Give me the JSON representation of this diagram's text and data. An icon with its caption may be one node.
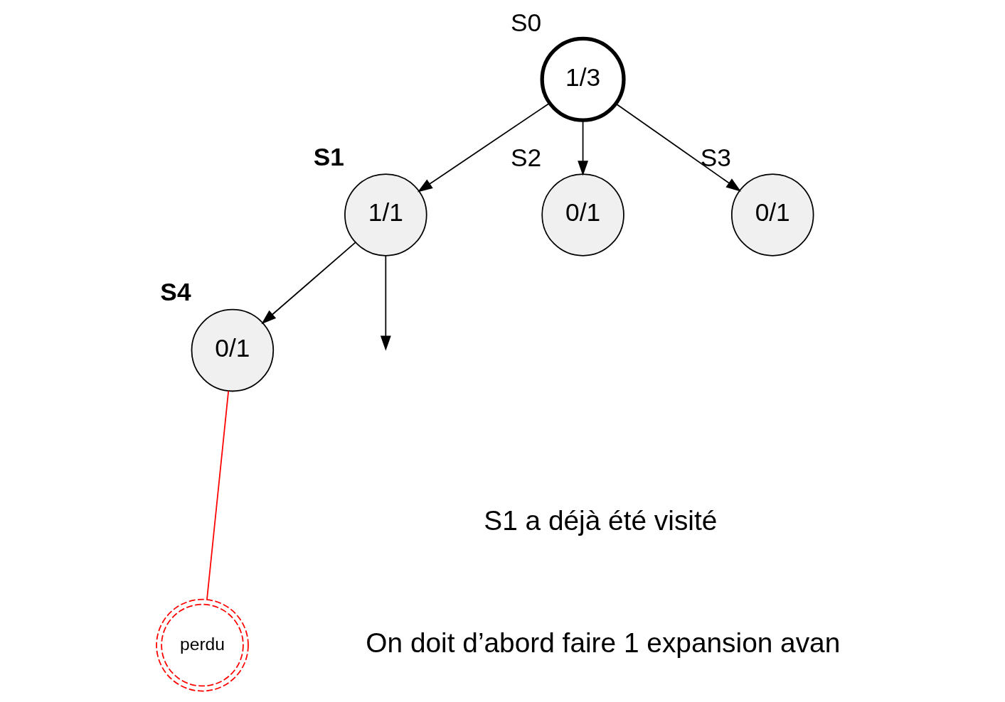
{
  "diagram": {
    "nodes": [
      {
        "text": [
          "1/3"
        ],
        "beside": [
          "S0"
        ]
      },
      {
        "text": [
          "1/1"
        ],
        "beside": [
          "S1"
        ]
      },
      {
        "text": [
          "0/1"
        ],
        "beside": [
          "S2"
        ]
      },
      {
        "text": [
          "0/1"
        ],
        "beside": [
          "S3"
        ]
      },
      {
        "text": [
          "0/1"
        ],
        "beside": [
          "S4"
        ]
      },
      {
        "text": [
          "perdu"
        ]
      }
    ],
    "edges": [
      {
        "from": 0,
        "to": 1,
        "arrow": "to"
      },
      {
        "from": 0,
        "to": 2,
        "arrow": "to"
      },
      {
        "from": 0,
        "to": 3,
        "arrow": "to"
      },
      {
        "from": 1,
        "to": 4,
        "arrow": "to"
      },
      {
        "from": 1,
        "to": null,
        "arrow": "to"
      },
      {
        "from": 4,
        "to": 5,
        "arrow": "none",
        "color": "#ff0000"
      }
    ],
    "labels": [
      "S1 a déjà été visité",
      "On doit d’abord faire 1 expansion avan"
    ]
  }
}
